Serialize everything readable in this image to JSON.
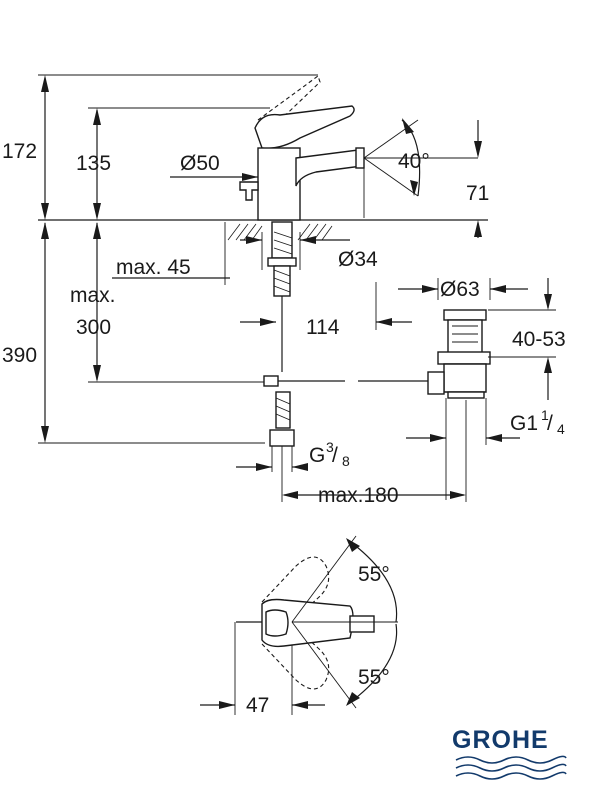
{
  "dimensions": {
    "total_height": "172",
    "spout_height": "135",
    "body_diameter": "Ø50",
    "spray_angle": "40°",
    "spout_reach": "71",
    "mount_diameter": "Ø34",
    "max_deck": "max. 45",
    "max_300_line1": "max.",
    "max_300_line2": "300",
    "total_below": "390",
    "pop_offset": "114",
    "waste_diameter": "Ø63",
    "waste_range": "40-53",
    "waste_thread": "G1",
    "waste_thread_num": "1",
    "waste_thread_den": "4",
    "inlet_thread": "G",
    "inlet_thread_num": "3",
    "inlet_thread_den": "8",
    "max_180": "max.180",
    "swivel_top": "55°",
    "swivel_bottom": "55°",
    "lever_offset": "47"
  },
  "logo": {
    "text": "GROHE"
  }
}
